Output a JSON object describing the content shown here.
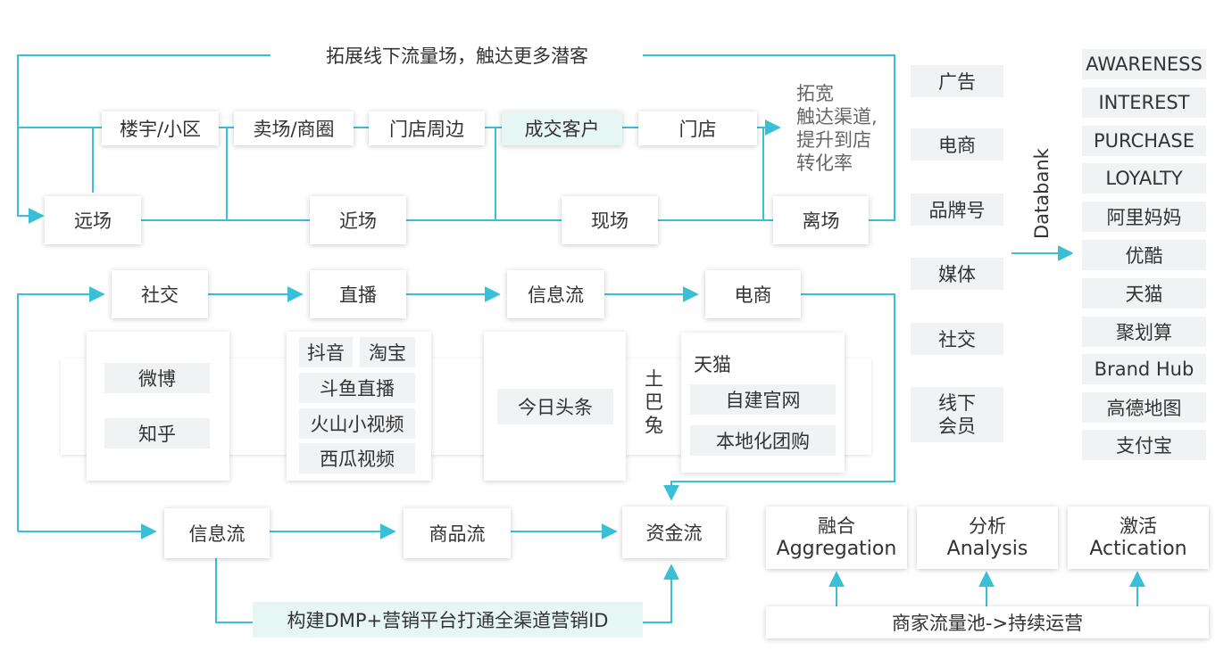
{
  "top_banner": "拓展线下流量场，触达更多潜客",
  "channels_row": [
    "楼宇/小区",
    "卖场/商圈",
    "门店周边",
    "成交客户",
    "门店"
  ],
  "scenes_row": [
    "远场",
    "近场",
    "现场",
    "离场"
  ],
  "side_note": [
    "拓宽",
    "触达渠道,",
    "提升到店",
    "转化率"
  ],
  "flow_row": [
    "社交",
    "直播",
    "信息流",
    "电商"
  ],
  "social_items": [
    "微博",
    "知乎"
  ],
  "live_items": [
    "抖音",
    "淘宝",
    "斗鱼直播",
    "火山小视频",
    "西瓜视频"
  ],
  "feed_items": [
    "今日头条"
  ],
  "tubatu": "土巴兔",
  "ecom_title": "天猫",
  "ecom_items": [
    "自建官网",
    "本地化团购"
  ],
  "flows_bottom": [
    "信息流",
    "商品流",
    "资金流"
  ],
  "dmp_bar": "构建DMP+营销平台打通全渠道营销ID",
  "media_list": [
    "广告",
    "电商",
    "品牌号",
    "媒体",
    "社交",
    "线下\n会员"
  ],
  "databank_label": "Databank",
  "databank_list": [
    "AWARENESS",
    "INTEREST",
    "PURCHASE",
    "LOYALTY",
    "阿里妈妈",
    "优酷",
    "天猫",
    "聚划算",
    "Brand Hub",
    "高德地图",
    "支付宝"
  ],
  "ops_boxes": [
    {
      "cn": "融合",
      "en": "Aggregation"
    },
    {
      "cn": "分析",
      "en": "Analysis"
    },
    {
      "cn": "激活",
      "en": "Actication"
    }
  ],
  "ops_bar": "商家流量池->持续运营",
  "colors": {
    "line": "#39bfd6",
    "chip": "#f1f2f3",
    "highlight": "#e6f6f3"
  }
}
